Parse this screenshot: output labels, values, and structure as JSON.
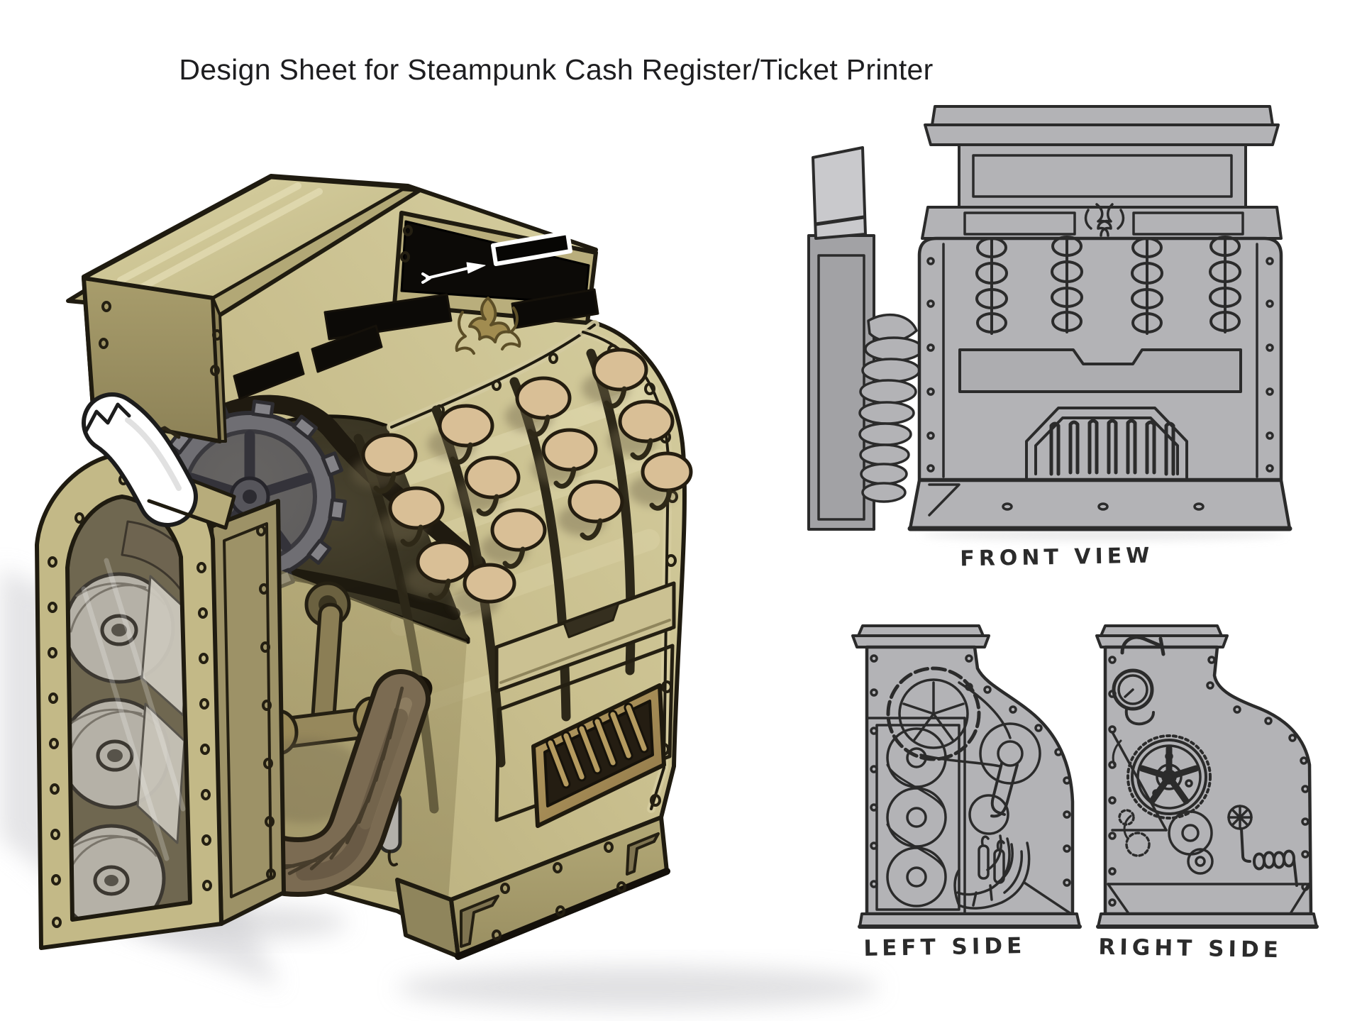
{
  "title": {
    "text": "Design Sheet for Steampunk Cash Register/Ticket Printer"
  },
  "captions": {
    "front": "FRONT VIEW",
    "left": "LEFT SIDE",
    "right": "RIGHT SIDE"
  },
  "figures": {
    "main_illustration": {
      "subject": "steampunk cash register / ticket printer",
      "style": "colored concept illustration, three-quarter view",
      "key_columns": 4,
      "keys_visible": 13,
      "paper_rolls": 3
    },
    "front_view": {
      "style": "grayscale line sketch",
      "key_columns": 4,
      "keys_per_column": 4
    },
    "left_side": {
      "style": "grayscale line sketch",
      "paper_rolls": 3
    },
    "right_side": {
      "style": "grayscale line sketch"
    }
  },
  "palette": {
    "paper-white": "#ffffff",
    "title-ink": "#1e1e20",
    "sketch-ink": "#2b2b2b",
    "sketch-gray": "#b3b3b6",
    "sketch-gray-dark": "#a2a2a5",
    "body-khaki": "#c7bd8c",
    "body-khaki-light": "#d9d2a6",
    "body-khaki-dark": "#a69c6c",
    "outline-ink": "#1f1b10",
    "panel-black": "#0c0a07",
    "ornament-gold": "#a18c50",
    "grille-gold": "#ab9257",
    "key-cream": "#d9bf96",
    "gear-gray": "#7b7a7f",
    "recess-olive": "#3e3927",
    "hose-brown": "#7b6b52",
    "roll-gray": "#b5b1a7",
    "shadow-gray": "#cfcfd3"
  }
}
